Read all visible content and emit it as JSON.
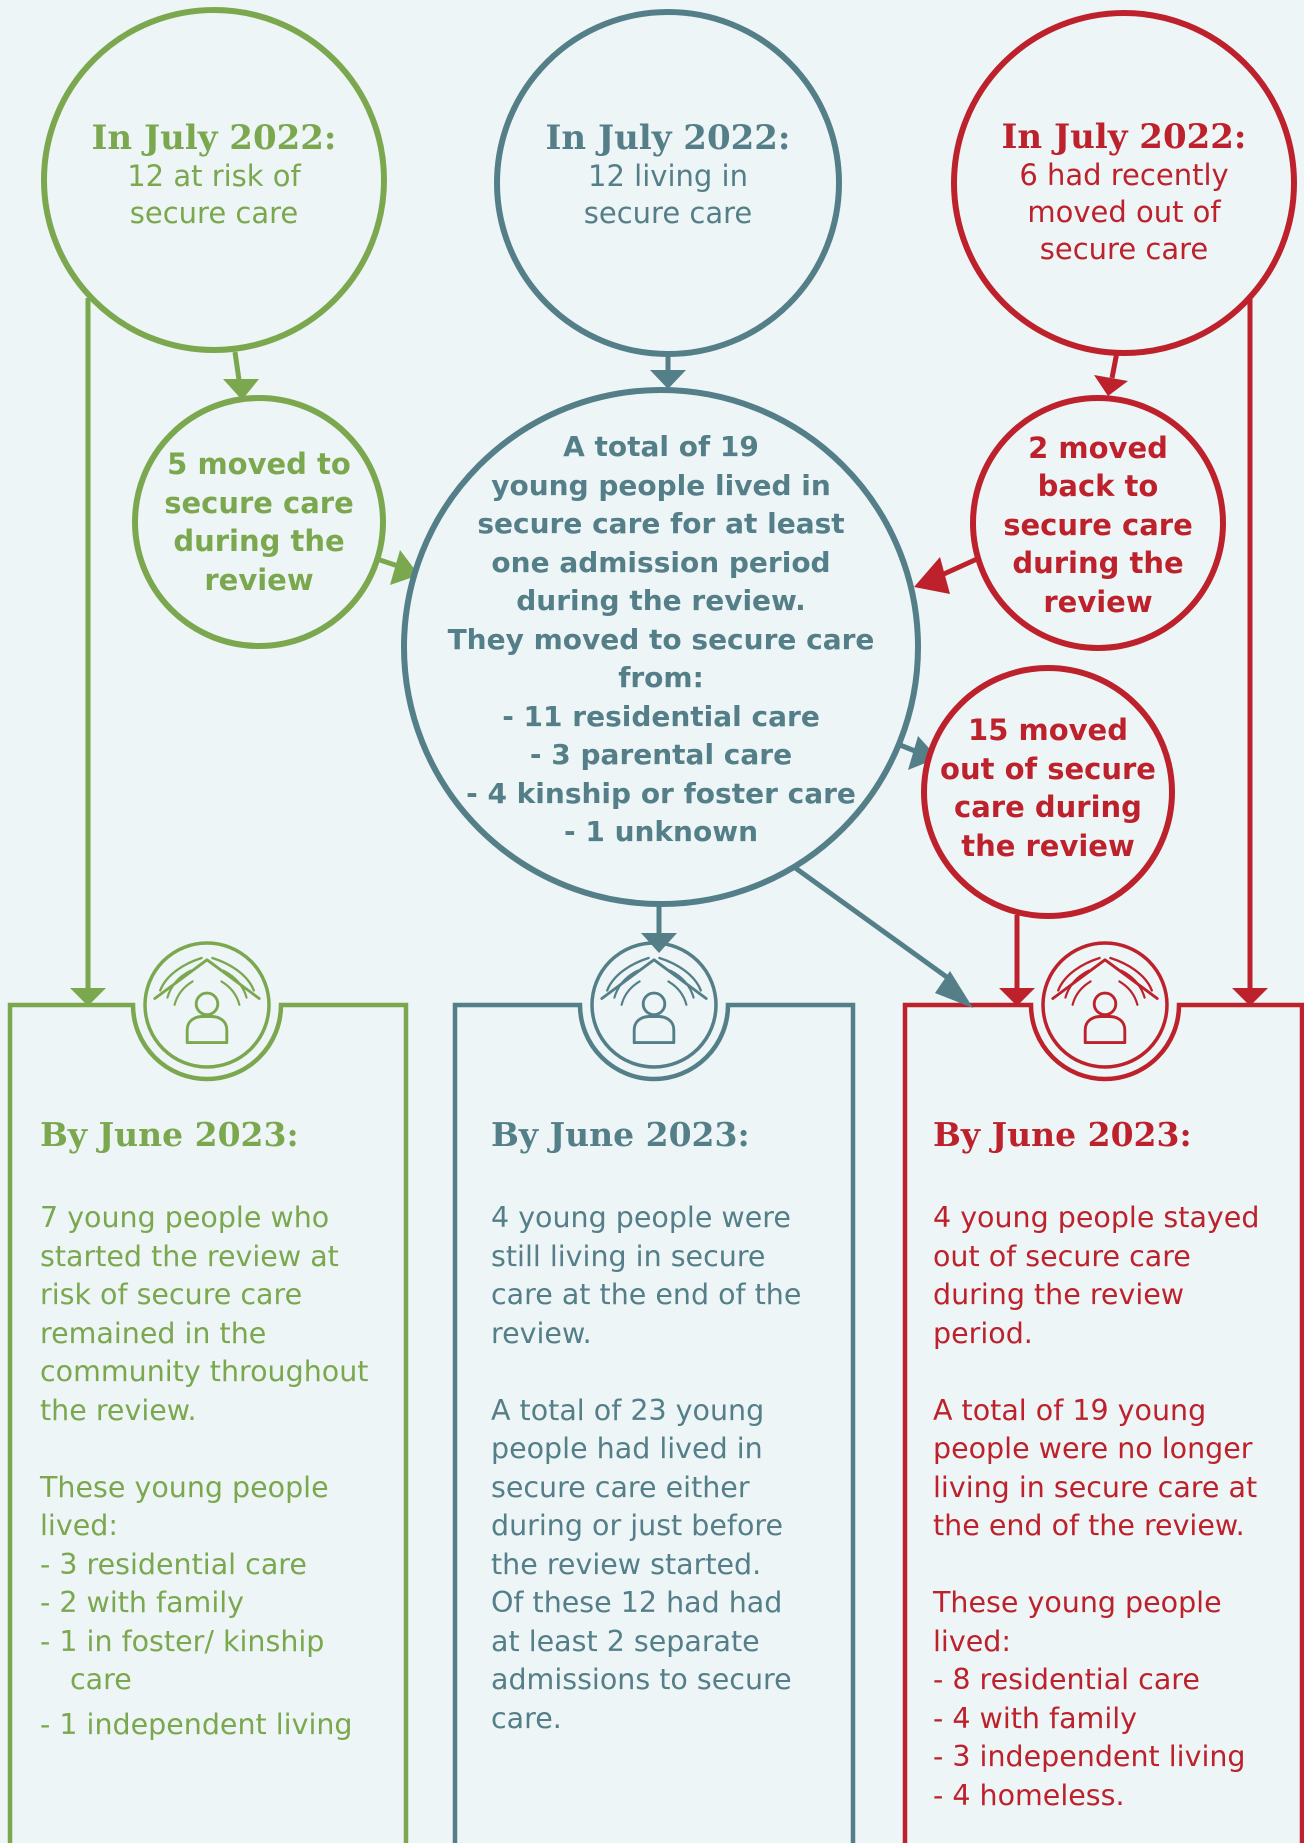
{
  "colors": {
    "green": "#7ba84f",
    "teal": "#547f89",
    "red": "#bd222c",
    "background": "#edf5f6"
  },
  "top_circles": {
    "left": {
      "heading": "In July 2022:",
      "lines": [
        "12 at risk of",
        "secure care"
      ]
    },
    "middle": {
      "heading": "In July 2022:",
      "lines": [
        "12 living in",
        "secure care"
      ]
    },
    "right": {
      "heading": "In July 2022:",
      "lines": [
        "6 had recently",
        "moved out of",
        "secure care"
      ]
    }
  },
  "side_circles": {
    "left": {
      "lines": [
        "5 moved to",
        "secure care",
        "during the",
        "review"
      ]
    },
    "right_upper": {
      "lines": [
        "2 moved",
        "back to",
        "secure care",
        "during the",
        "review"
      ]
    },
    "right_lower": {
      "lines": [
        "15 moved",
        "out of secure",
        "care during",
        "the review"
      ]
    }
  },
  "center_circle": {
    "lines": [
      "A total of 19",
      "young people lived in",
      "secure care for at least",
      "one admission period",
      "during the review.",
      "They moved to secure care",
      "from:",
      "-  11 residential care",
      "-  3 parental care",
      "-  4 kinship or foster care",
      "- 1 unknown"
    ]
  },
  "icons": {
    "box_icon": "person-sheltered-by-hands-icon"
  },
  "boxes": {
    "left": {
      "heading": "By June 2023:",
      "para1": [
        "7 young people who",
        "started the review at",
        "risk of secure care",
        "remained in the",
        "community throughout",
        "the review."
      ],
      "para2": [
        "These young people",
        "lived:"
      ],
      "items": [
        "-  3 residential care",
        "-  2 with family",
        "-  1 in foster/ kinship care",
        "-  1 independent living"
      ]
    },
    "middle": {
      "heading": "By June 2023:",
      "para1": [
        "4 young people were",
        "still living in secure",
        "care at the end of the",
        "review."
      ],
      "para2": [
        "A total of 23 young",
        "people had lived in",
        "secure care either",
        "during or just before",
        "the review started.",
        "Of these 12 had had",
        "at least 2 separate",
        "admissions to secure",
        "care."
      ]
    },
    "right": {
      "heading": "By June 2023:",
      "para1": [
        "4 young people stayed",
        "out of secure care",
        "during the review",
        "period."
      ],
      "para2": [
        "A total of 19 young",
        "people were no longer",
        "living in secure care at",
        "the end of the review."
      ],
      "para3": [
        "These young people",
        "lived:"
      ],
      "items": [
        "- 8 residential care",
        "- 4 with family",
        "- 3 independent living",
        "- 4 homeless."
      ]
    }
  }
}
